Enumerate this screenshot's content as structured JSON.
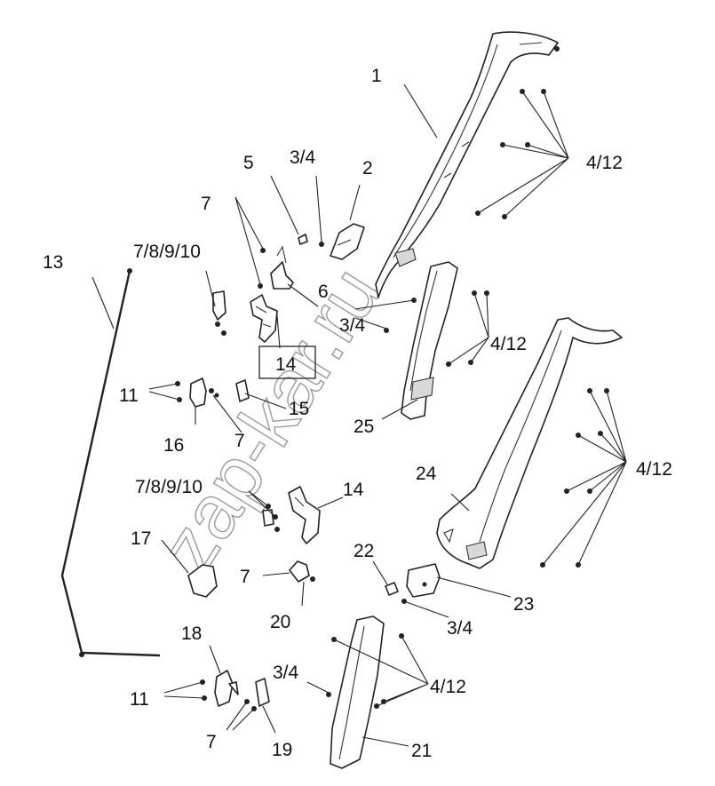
{
  "watermark": "zap-kar.ru",
  "callouts": {
    "c1": "1",
    "c2": "2",
    "c34a": "3/4",
    "c5": "5",
    "c7a": "7",
    "c78910a": "7/8/9/10",
    "c6": "6",
    "c13": "13",
    "c412a": "4/12",
    "c34b": "3/4",
    "c412b": "4/12",
    "c14a": "14",
    "c11a": "11",
    "c15": "15",
    "c16": "16",
    "c7b": "7",
    "c25": "25",
    "c412c": "4/12",
    "c24": "24",
    "c78910b": "7/8/9/10",
    "c14b": "14",
    "c17": "17",
    "c22": "22",
    "c7c": "7",
    "c23": "23",
    "c20": "20",
    "c34c": "3/4",
    "c18": "18",
    "c34d": "3/4",
    "c412d": "4/12",
    "c11b": "11",
    "c7d": "7",
    "c19": "19",
    "c21": "21"
  }
}
